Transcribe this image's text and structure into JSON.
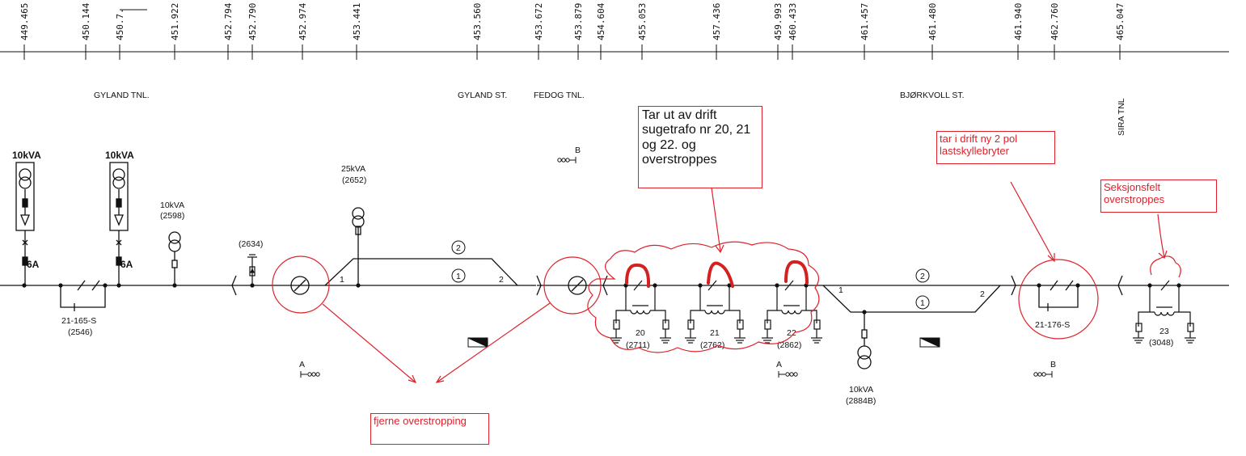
{
  "colors": {
    "line": "#111111",
    "annotation_red": "#e0202a",
    "scribble_red": "#e02a2a"
  },
  "km_markers": [
    "449.465",
    "450.144",
    "450.7.",
    "451.922",
    "452.794",
    "452.790",
    "452.974",
    "453.441",
    "453.560",
    "453.672",
    "453.879",
    "454.604",
    "455.053",
    "457.436",
    "459.993",
    "460.433",
    "461.457",
    "461.480",
    "461.940",
    "462.760",
    "465.047"
  ],
  "locations": {
    "gyland_tnl": "GYLAND TNL.",
    "gyland_st": "GYLAND ST.",
    "fedog_tnl": "FEDOG TNL.",
    "bjorkvoll_st": "BJØRKVOLL ST.",
    "sira_tnl": "SIRA TNL"
  },
  "transformers": {
    "t1_rating": "10kVA",
    "t2_rating": "10kVA",
    "t2598_rating": "10kVA",
    "t2598_id": "(2598)",
    "t2652_rating": "25kVA",
    "t2652_id": "(2652)",
    "t2634_id": "(2634)",
    "t2884_rating": "10kVA",
    "t2884_id": "(2884B)"
  },
  "fuse_labels": {
    "f1": "6A",
    "f2": "6A"
  },
  "switches": {
    "s2546_name": "21-165-S",
    "s2546_id": "(2546)",
    "s176_name": "21-176-S"
  },
  "suction_transformers": [
    {
      "number": "20",
      "id": "(2711)"
    },
    {
      "number": "21",
      "id": "(2762)"
    },
    {
      "number": "22",
      "id": "(2862)"
    },
    {
      "number": "23",
      "id": "(3048)"
    }
  ],
  "track_labels": {
    "one": "1",
    "two": "2",
    "circ1": "1",
    "circ2": "2"
  },
  "section_letters": {
    "a": "A",
    "b": "B"
  },
  "annotations": {
    "take_out": "Tar ut av drift sugetrafo nr 20, 21 og 22. og overstroppes",
    "new_switch": "tar i drift ny 2 pol lastskyllebryter",
    "section_bridge": "Seksjonsfelt overstroppes",
    "remove_bridge": "fjerne overstropping"
  }
}
